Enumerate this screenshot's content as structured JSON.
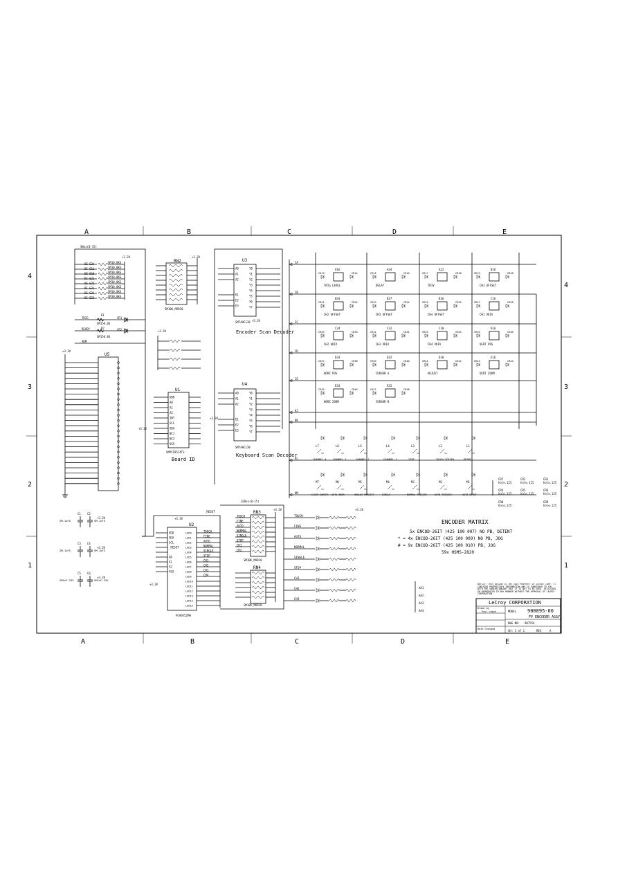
{
  "border": {
    "columns": [
      "A",
      "B",
      "C",
      "D",
      "E"
    ],
    "rows": [
      "4",
      "3",
      "2",
      "1"
    ]
  },
  "power": {
    "v33": "+3.3V"
  },
  "nets": {
    "switch_bus": "SWxx(0-35)",
    "led_bus": "LEDxx(0-15)",
    "reset": "_RESET"
  },
  "u5": {
    "ref": "U5"
  },
  "rn2": {
    "ref": "RN2",
    "part": "SM10K_MAR10"
  },
  "u1": {
    "ref": "U1",
    "part": "SMPCF8574TS",
    "label": "Board\nID",
    "pins": [
      "VDD",
      "A0",
      "A1",
      "A2",
      "INT",
      "SCL",
      "SDA",
      "NC1",
      "NC2",
      "VSS"
    ]
  },
  "u3": {
    "ref": "U3",
    "part": "SM74HC138",
    "label": "Encoder\nScan\nDecoder",
    "pins": [
      "A0",
      "A1",
      "A2",
      "E1",
      "E2",
      "E3"
    ]
  },
  "u4": {
    "ref": "U4",
    "part": "SM74HC138",
    "label": "Keyboard\nScan\nDecoder"
  },
  "u2": {
    "ref": "U2",
    "part": "PCA9552PW",
    "pins": [
      "VDD",
      "SDA",
      "SCL",
      "_RESET",
      "",
      "A0",
      "A1",
      "A2",
      "VSS"
    ],
    "led_pins": [
      "LED0",
      "LED1",
      "LED2",
      "LED3",
      "LED4",
      "LED5",
      "LED6",
      "LED7",
      "LED8",
      "LED9",
      "LED10",
      "LED11",
      "LED12",
      "LED13",
      "LED14",
      "LED15"
    ]
  },
  "rn3": {
    "ref": "RN3"
  },
  "rn4": {
    "ref": "RN4",
    "part": "SM10K_MAR10"
  },
  "left_signals": [
    "DE E24",
    "DI E11",
    "DE E18",
    "DI E21",
    "DE E25",
    "DI E21",
    "DE E22",
    "DI E21"
  ],
  "left_resistor_value": "SM10.0KS",
  "rows_left": [
    "TRIG",
    "READY",
    "ARM"
  ],
  "r1": {
    "ref": "R1",
    "value": "SM150.0S"
  },
  "r2": {
    "ref": "R2",
    "value": "SM150.0S"
  },
  "cr1": "CR1",
  "cr2": "CR2",
  "caps": [
    {
      "ref": "C1",
      "value": "SM.1uFS"
    },
    {
      "ref": "C2",
      "value": "SM.1uFS"
    },
    {
      "ref": "C3",
      "value": "SM.1uFS"
    },
    {
      "ref": "C4",
      "value": "SM.1uFS"
    },
    {
      "ref": "C5",
      "value": "SM1uF-25V"
    },
    {
      "ref": "C6",
      "value": "SM1uF-25V"
    }
  ],
  "matrix_rows": [
    "CA",
    "CB",
    "CC",
    "CD",
    "CE",
    "KJ",
    "KK",
    "KL",
    "KM"
  ],
  "encoders": [
    {
      "ref": "A16",
      "label": "TRIG LEVEL",
      "leds": [
        "CR13",
        "CR14",
        "CR15",
        "CR16"
      ]
    },
    {
      "ref": "A34",
      "label": "DELAY",
      "leds": [
        "CR15",
        "CR16"
      ]
    },
    {
      "ref": "A32",
      "label": "TDIV",
      "leds": [
        "CR17",
        "CR18"
      ]
    },
    {
      "ref": "B16",
      "label": "CH1 OFFSET",
      "leds": [
        "CR19",
        "CR20"
      ]
    },
    {
      "ref": "B34",
      "label": "CH2 OFFSET",
      "leds": [
        "CR21",
        "CR22"
      ]
    },
    {
      "ref": "B37",
      "label": "CH3 OFFSET",
      "leds": [
        "CR23",
        "CR24"
      ]
    },
    {
      "ref": "B16",
      "label": "CH4 OFFSET",
      "leds": [
        "CR25",
        "CR26"
      ]
    },
    {
      "ref": "C16",
      "label": "CH1 VDIV",
      "leds": [
        "CR27",
        "CR28"
      ]
    },
    {
      "ref": "C34",
      "label": "CH2 VDIV",
      "leds": [
        "CR29",
        "CR30"
      ]
    },
    {
      "ref": "C32",
      "label": "CH3 VDIV",
      "leds": [
        "CR31",
        "CR32"
      ]
    },
    {
      "ref": "C10",
      "label": "CH4 VDIV",
      "leds": [
        "CR33",
        "CR34"
      ]
    },
    {
      "ref": "D16",
      "label": "VERT POS",
      "leds": [
        "CR35",
        "CR36"
      ]
    },
    {
      "ref": "D34",
      "label": "HORZ POS",
      "leds": [
        "CR37",
        "CR38"
      ]
    },
    {
      "ref": "D32",
      "label": "CURSOR A",
      "leds": [
        "CR39",
        "CR40"
      ]
    },
    {
      "ref": "D10",
      "label": "ADJUST",
      "leds": [
        "CR41",
        "CR42"
      ]
    },
    {
      "ref": "E16",
      "label": "VERT ZOOM",
      "leds": [
        "CR43",
        "CR44"
      ]
    },
    {
      "ref": "E34",
      "label": "HORZ ZOOM",
      "leds": [
        "CR45",
        "CR46"
      ]
    },
    {
      "ref": "E32",
      "label": "CURSOR B",
      "leds": [
        "CR47",
        "CR48"
      ]
    }
  ],
  "keys_row1": [
    {
      "ref": "L7",
      "label": "CHANNEL 4"
    },
    {
      "ref": "L6",
      "label": "CHANNEL 3"
    },
    {
      "ref": "L5",
      "label": "CHANNEL 2"
    },
    {
      "ref": "L4",
      "label": "CHANNEL 1"
    },
    {
      "ref": "L3",
      "label": "STOP"
    },
    {
      "ref": "L2",
      "label": "TOUCH SCREEN"
    },
    {
      "ref": "L1",
      "label": "PRINT"
    }
  ],
  "keys_row2": [
    {
      "ref": "M7",
      "label": "CLEAR SWEEPS"
    },
    {
      "ref": "M6",
      "label": "AUTO ZOOM"
    },
    {
      "ref": "M5",
      "label": "ANALOG PERSIST"
    },
    {
      "ref": "M4",
      "label": "SINGLE"
    },
    {
      "ref": "M3",
      "label": "NORMAL TRIGGER"
    },
    {
      "ref": "M2",
      "label": "AUTO TRIGGER"
    },
    {
      "ref": "M1",
      "label": "AUTO SETUP"
    }
  ],
  "holes": [
    {
      "ref": "CR7",
      "value": "hole.125"
    },
    {
      "ref": "CR2",
      "value": "hole.125"
    },
    {
      "ref": "CR3",
      "value": "hole.125"
    },
    {
      "ref": "CR4",
      "value": "hole.125"
    },
    {
      "ref": "CR5",
      "value": "hole.125"
    },
    {
      "ref": "CR6",
      "value": "hole.125"
    },
    {
      "ref": "CR8",
      "value": "hole.125"
    },
    {
      "ref": "CR9",
      "value": "hole.125"
    }
  ],
  "led_signals": [
    "TOUCH",
    "FINE",
    "AUTO",
    "NORMAL",
    "SINGLE",
    "STOP",
    "CH1",
    "CH2",
    "CH3",
    "CH4"
  ],
  "notes": {
    "title": "ENCODER MATRIX",
    "lines": [
      "5x ENCOD-26IT (425 100 007) NO PB, DETENT",
      "* = 4x ENCOD-26IT (425 100 009) NO PB, JOG",
      "# = 9x ENCOD-26IT (425 100 010) PB, JOG",
      "59x HSMS-2820"
    ]
  },
  "aa_parts": [
    "AA1",
    "AA2",
    "AA3",
    "AA4"
  ],
  "title_block": {
    "company": "LeCroy  CORPORATION",
    "model_label": "MODEL",
    "model": "900895-00",
    "title": "FP ENCODER ASSY",
    "dwg_label": "DWG NO:",
    "dwg": "907554",
    "sheet": "SH: 1 of 1",
    "rev_label": "REV",
    "rev": "A",
    "drawn_label": "Drawn by",
    "drawn": "Paul chmyk",
    "changed_label": "Date Changed",
    "notice": "NOTICE: THIS DESIGN IS THE SOLE PROPERTY OF LECROY CORP. IT CONTAINS PROPRIETARY INFORMATION AND IS FURNISHED TO YOU WITH THE UNDERSTANDING THAT IT IS NOT TO BE USED, DISCLOSED OR REPRODUCED IN ANY MANNER WITHOUT THE APPROVAL OF LECROY CORPORATION"
  }
}
